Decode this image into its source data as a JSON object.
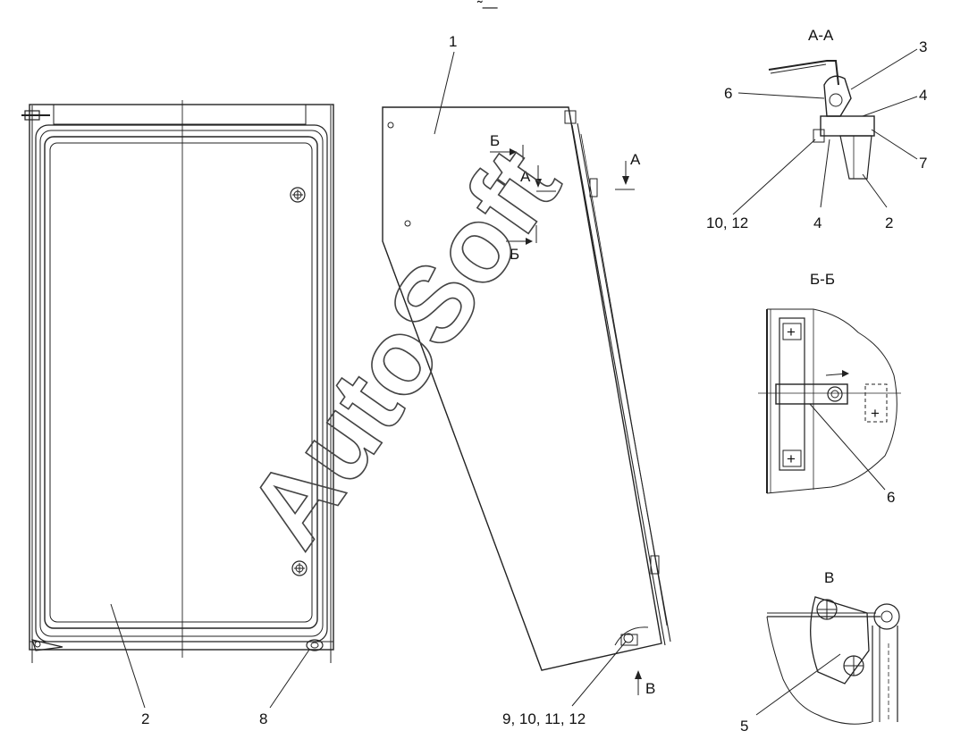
{
  "watermark": "AutoSoft",
  "top_mark": "˜—",
  "callouts": {
    "door_panel": "2",
    "hinge_left": "8",
    "cover": "1",
    "bottom_fasteners": "9, 10, 11, 12",
    "aa_3": "3",
    "aa_6": "6",
    "aa_4_top": "4",
    "aa_7": "7",
    "aa_10_12": "10, 12",
    "aa_4_bottom": "4",
    "aa_2": "2",
    "bb_6": "6",
    "v_5": "5"
  },
  "section_marks": {
    "b_top": "Б",
    "a_left": "А",
    "a_right": "А",
    "b_bottom": "Б",
    "v_arrow": "В"
  },
  "section_titles": {
    "aa": "А-А",
    "bb": "Б-Б",
    "v": "В"
  }
}
